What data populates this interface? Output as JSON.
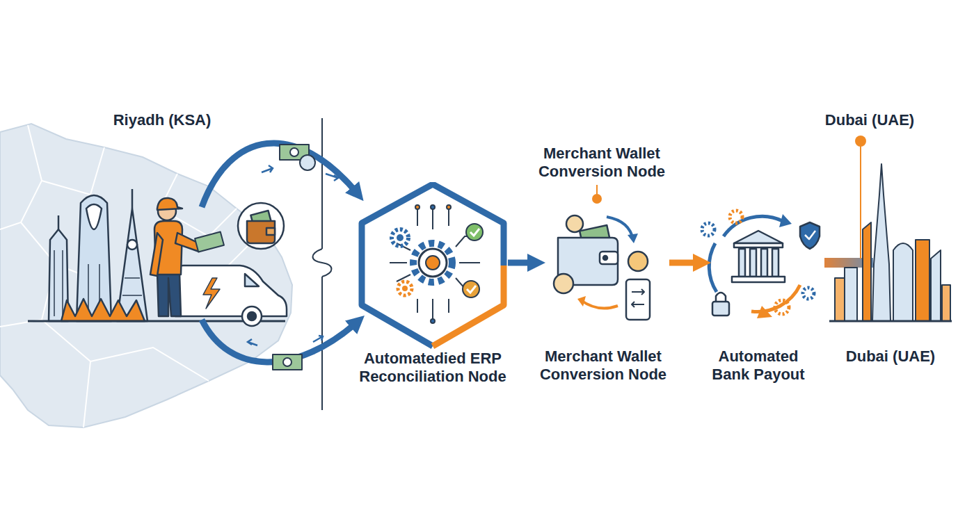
{
  "diagram": {
    "nodes": [
      {
        "text": [
          "Riyadh (KSA)"
        ]
      },
      {
        "text": [
          "Automatedied ERP Reconciliation Node"
        ]
      },
      {
        "text": [
          "Merchant Wallet Conversion Node",
          "Merchant Wallet Conversion Node"
        ]
      },
      {
        "text": [
          "Automated Bank Payout"
        ]
      },
      {
        "text": [
          "Dubai (UAE)",
          "Dubai (UAE)"
        ]
      }
    ],
    "edges": [
      {
        "from": 0,
        "to": 1,
        "arrow": "to"
      },
      {
        "from": 0,
        "to": 1,
        "arrow": "to"
      },
      {
        "from": 1,
        "to": 2,
        "arrow": "to"
      },
      {
        "from": 2,
        "to": 3,
        "arrow": "to"
      },
      {
        "from": 3,
        "to": 4,
        "arrow": "none"
      }
    ]
  }
}
